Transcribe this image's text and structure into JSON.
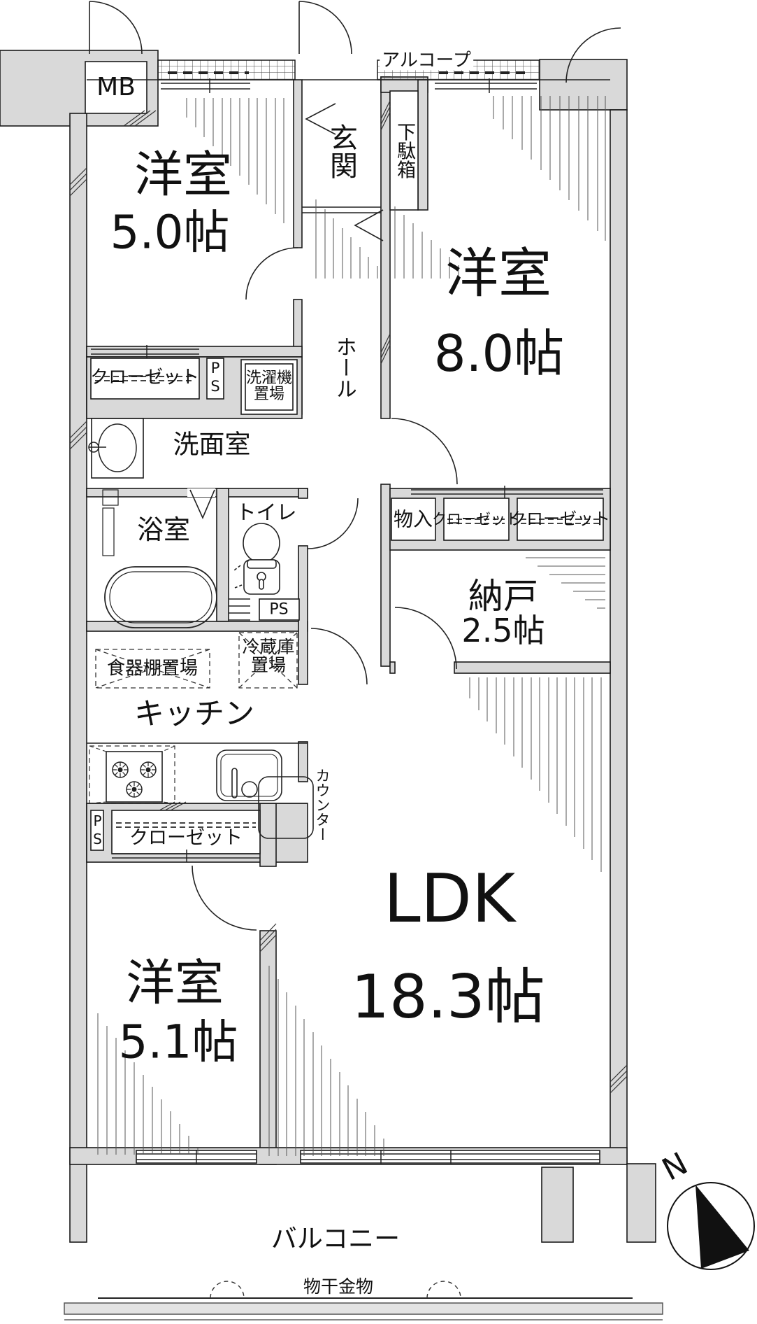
{
  "colors": {
    "wall_fill": "#d9d9d9",
    "line": "#1a1a1a",
    "hatch": "#555555"
  },
  "compass": {
    "north_label": "N"
  },
  "labels": {
    "meter_box": "MB",
    "alcove": "アルコープ",
    "entrance": "玄関",
    "shoe_cabinet": "下駄箱",
    "hall": "ホール",
    "closet": "クローゼット",
    "pipe_space": "PS",
    "washer_place": "洗濯機置場",
    "washroom": "洗面室",
    "bathroom": "浴室",
    "toilet": "トイレ",
    "storage_box": "物入",
    "dish_shelf_place": "食器棚置場",
    "fridge_place": "冷蔵庫置場",
    "kitchen": "キッチン",
    "counter": "カウンター",
    "balcony": "バルコニー",
    "laundry_hardware": "物干金物"
  },
  "rooms": {
    "western_room_1": {
      "name": "洋室",
      "size": "5.0帖"
    },
    "western_room_2": {
      "name": "洋室",
      "size": "8.0帖"
    },
    "western_room_3": {
      "name": "洋室",
      "size": "5.1帖"
    },
    "ldk": {
      "name": "LDK",
      "size": "18.3帖"
    },
    "storage_room": {
      "name": "納戸",
      "size": "2.5帖"
    }
  }
}
